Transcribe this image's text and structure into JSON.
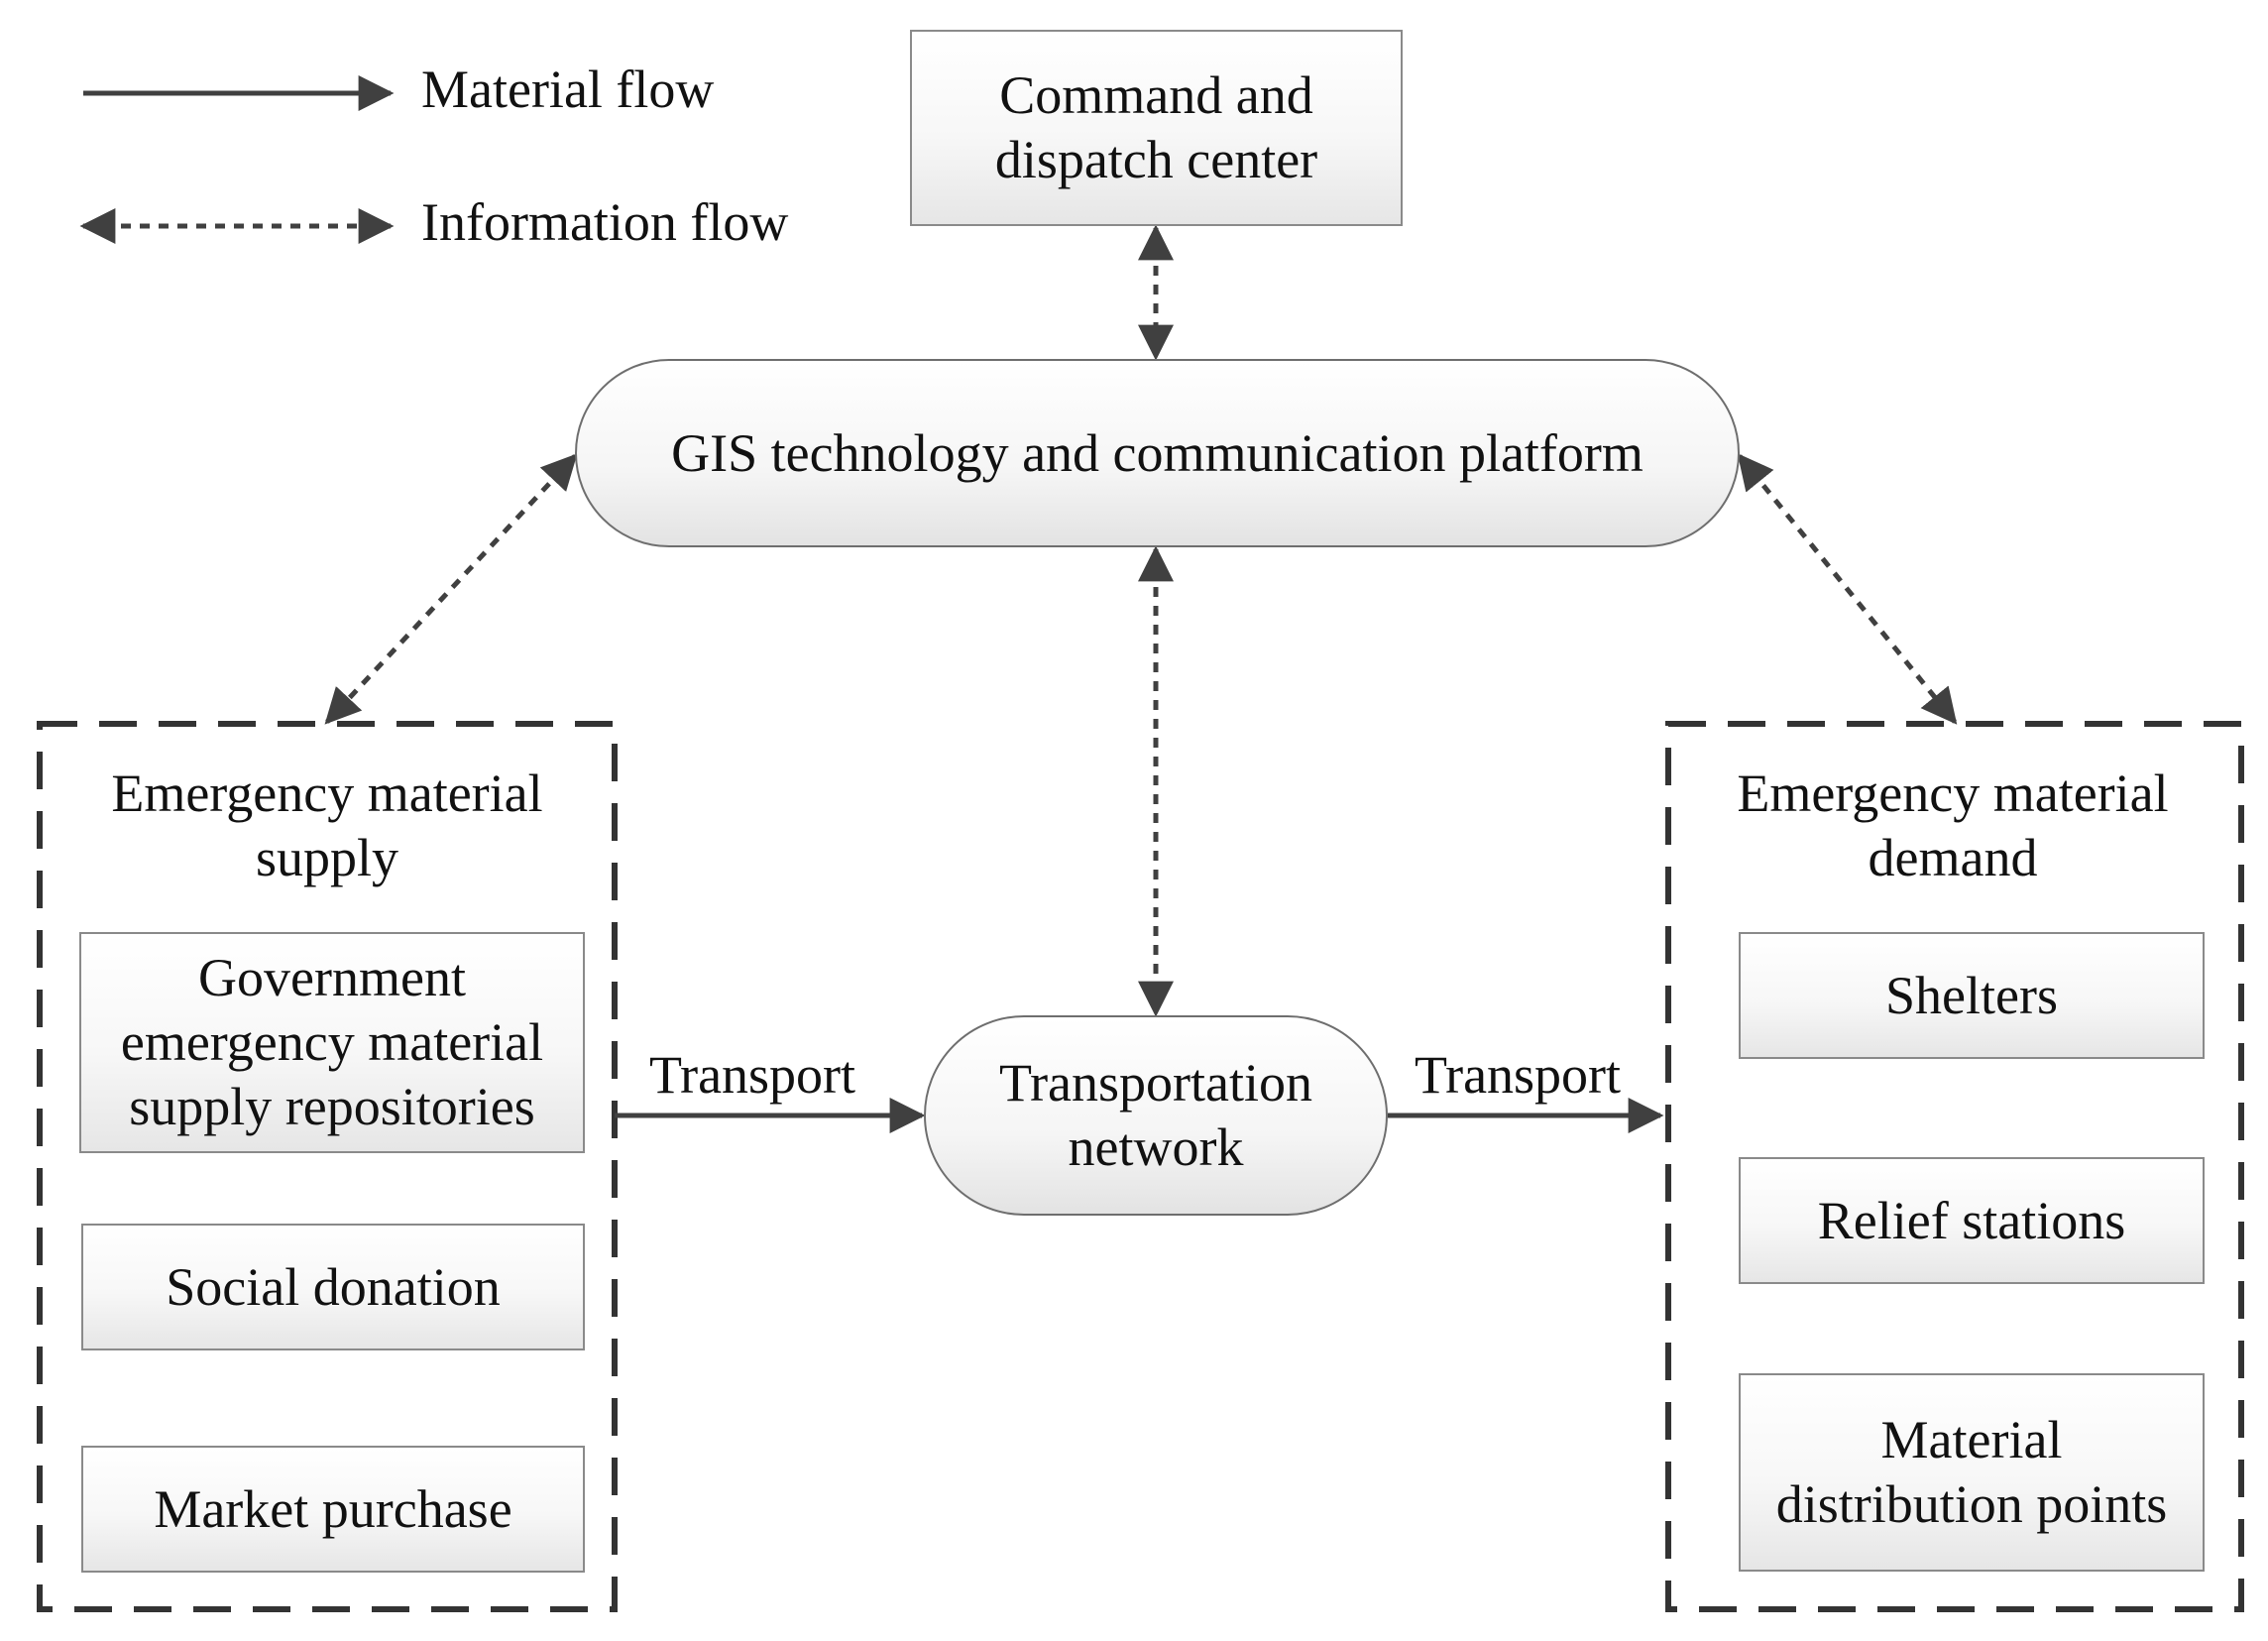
{
  "legend": {
    "material_flow": "Material flow",
    "information_flow": "Information flow"
  },
  "nodes": {
    "command_center": "Command and dispatch center",
    "gis_platform": "GIS technology and communication platform",
    "transportation_network": "Transportation network",
    "supply_group": {
      "title": "Emergency material supply",
      "items": [
        "Government emergency material supply repositories",
        "Social donation",
        "Market purchase"
      ]
    },
    "demand_group": {
      "title": "Emergency material demand",
      "items": [
        "Shelters",
        "Relief stations",
        "Material distribution points"
      ]
    }
  },
  "edges": {
    "transport_left": "Transport",
    "transport_right": "Transport"
  },
  "colors": {
    "line": "#404040",
    "box_border": "#8a8a8a",
    "dashed_group": "#333333"
  }
}
